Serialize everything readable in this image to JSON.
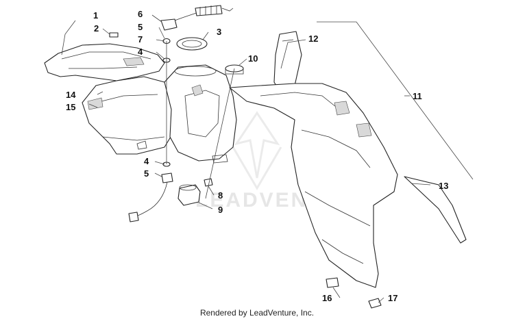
{
  "diagram": {
    "callouts": [
      "1",
      "2",
      "3",
      "4",
      "5",
      "6",
      "7",
      "8",
      "9",
      "10",
      "11",
      "12",
      "13",
      "14",
      "15",
      "16",
      "17"
    ],
    "watermark_text": "LEADVENTURE",
    "footer_text": "Rendered by LeadVenture, Inc.",
    "colors": {
      "ink": "#222222",
      "watermark": "#e6e6e6",
      "background": "#ffffff"
    }
  }
}
